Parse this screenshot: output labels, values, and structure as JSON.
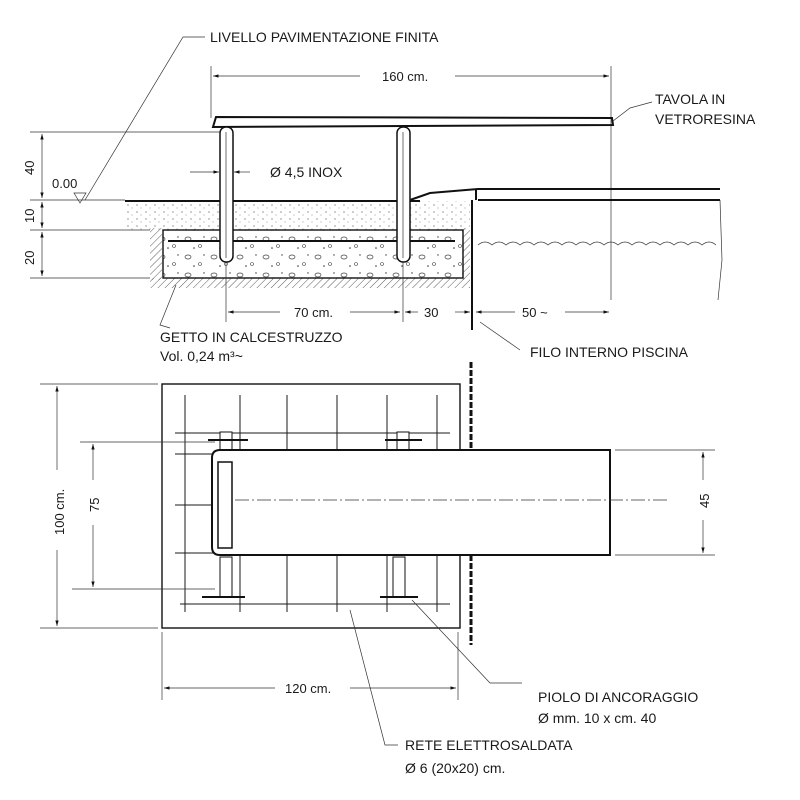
{
  "section": {
    "floor_level_label": "LIVELLO PAVIMENTAZIONE FINITA",
    "zero_level": "0.00",
    "board_label_line1": "TAVOLA IN",
    "board_label_line2": "VETRORESINA",
    "pipe_label": "Ø 4,5 INOX",
    "concrete_label_line1": "GETTO IN CALCESTRUZZO",
    "concrete_label_line2": "Vol. 0,24 m³~",
    "pool_edge_label": "FILO INTERNO PISCINA",
    "dims": {
      "board_length": "160 cm.",
      "height_40": "40",
      "height_10": "10",
      "height_20": "20",
      "post_spacing": "70 cm.",
      "to_edge": "30",
      "overhang": "50 ~"
    }
  },
  "plan": {
    "anchor_label_line1": "PIOLO DI ANCORAGGIO",
    "anchor_label_line2": "Ø mm. 10 x cm. 40",
    "mesh_label_line1": "RETE  ELETTROSALDATA",
    "mesh_label_line2": "Ø  6  (20x20)  cm.",
    "dims": {
      "width_100": "100 cm.",
      "width_75": "75",
      "board_width": "45",
      "length_120": "120 cm."
    }
  }
}
